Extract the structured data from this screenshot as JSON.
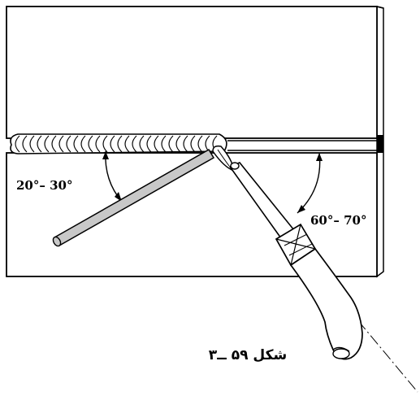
{
  "figure": {
    "angle_rod_label": "20°– 30°",
    "angle_torch_label": "60°– 70°",
    "caption": "شکل ۵۹ ــ۳"
  },
  "colors": {
    "stroke": "#000000",
    "rod_fill": "#c8c8c8",
    "paper": "#ffffff"
  }
}
